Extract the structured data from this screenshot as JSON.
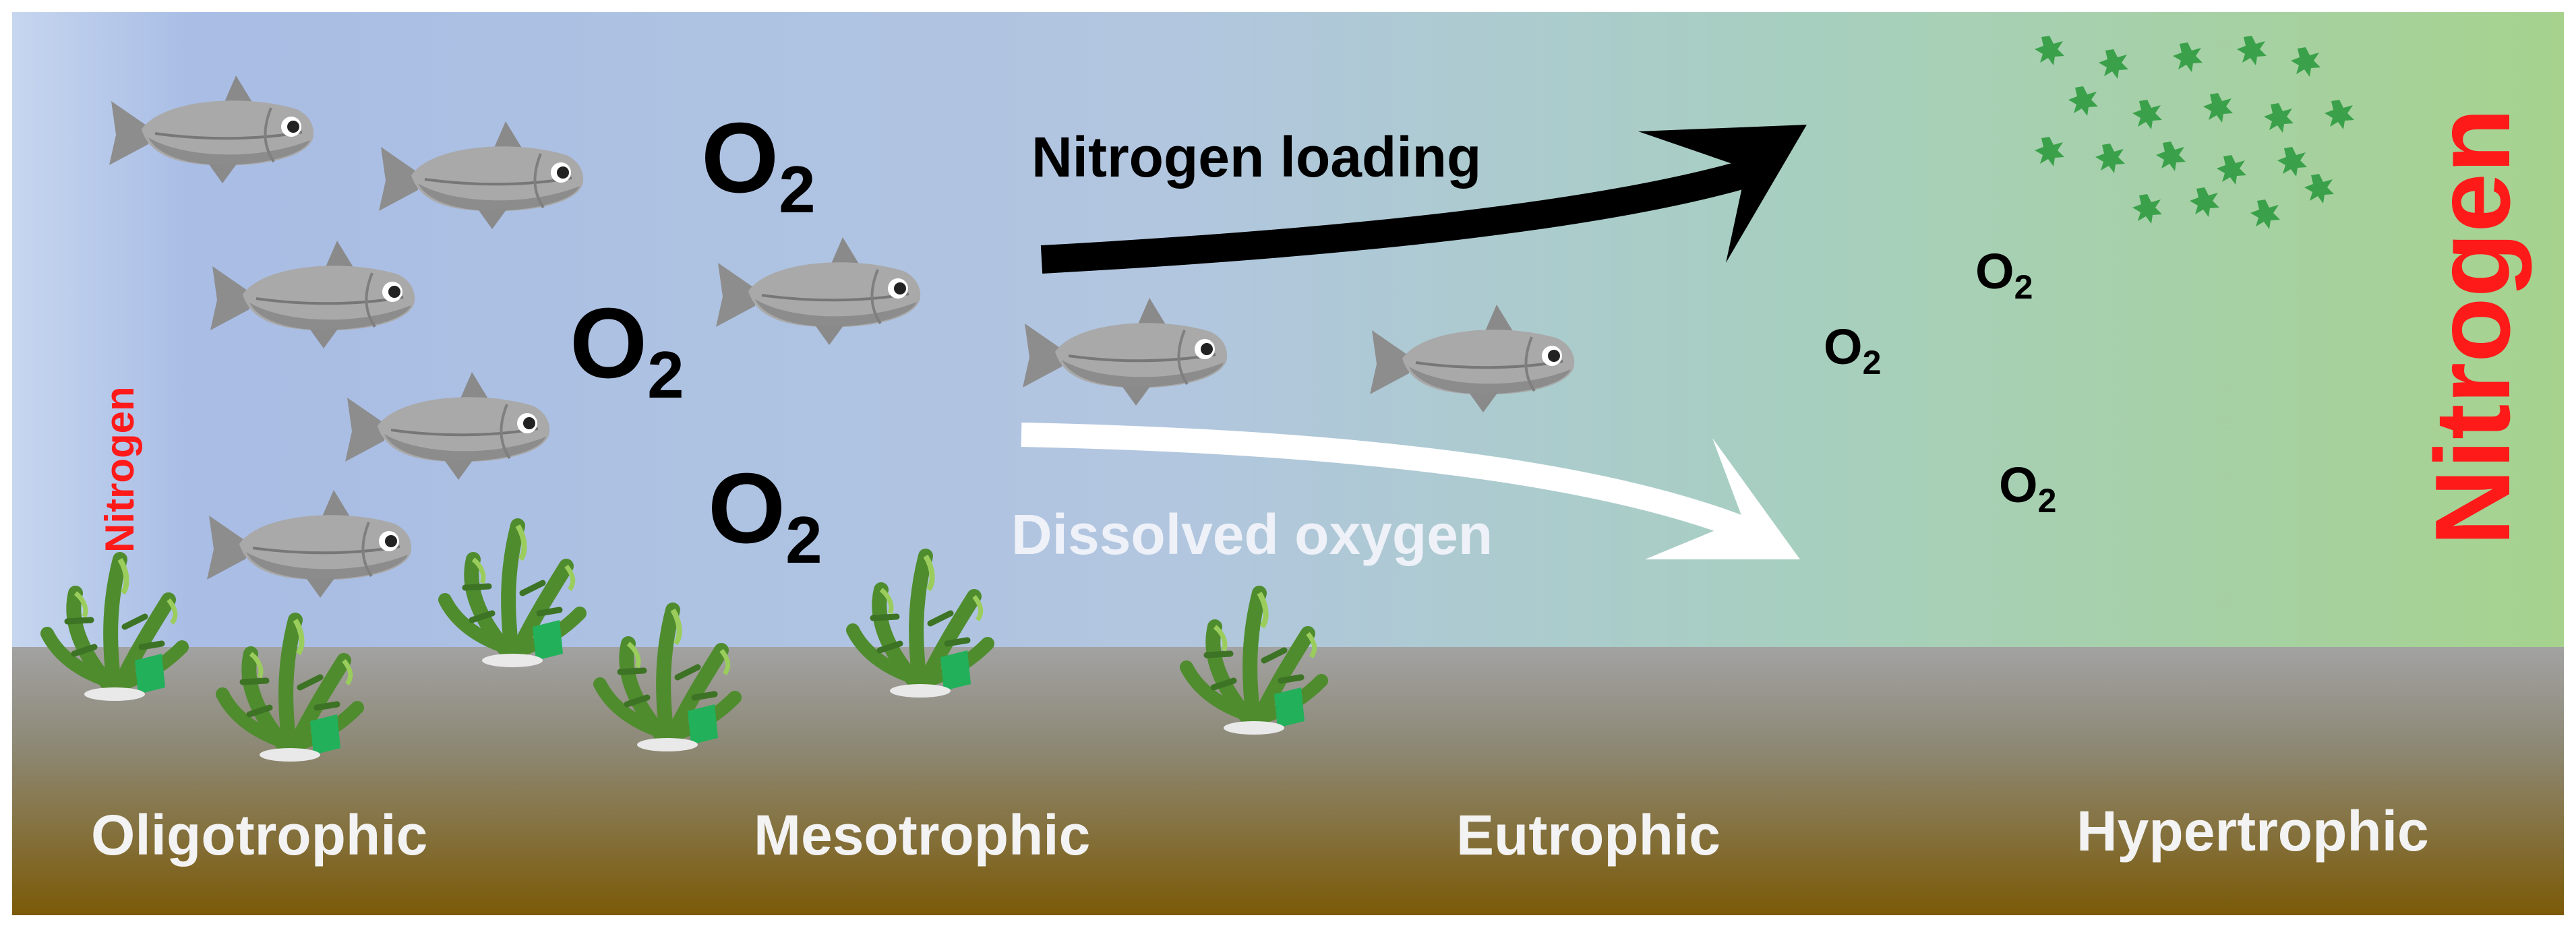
{
  "trophic_states": [
    "Oligotrophic",
    "Mesotrophic",
    "Eutrophic",
    "Hypertrophic"
  ],
  "arrows": {
    "nitrogen_loading": "Nitrogen loading",
    "dissolved_oxygen": "Dissolved oxygen"
  },
  "nitrogen_labels": {
    "small": "Nitrogen",
    "large": "Nitrogen"
  },
  "oxygen": {
    "formula_base": "O",
    "formula_sub": "2"
  },
  "colors": {
    "nitrogen_label": "#ff1a1a",
    "water_left": "#a9bde5",
    "water_right": "#a6cf8e",
    "sediment_top": "#9a9a9a",
    "sediment_bottom": "#7b5a08",
    "plant": "#4f8c2e",
    "algae": "#3aa14a",
    "fish": "#a9a9a9",
    "white_arrow": "#ffffff",
    "black_arrow": "#000000"
  },
  "icons": [
    "fish-icon",
    "aquatic-plant-icon",
    "algae-particle-icon",
    "arrow-right-icon"
  ]
}
